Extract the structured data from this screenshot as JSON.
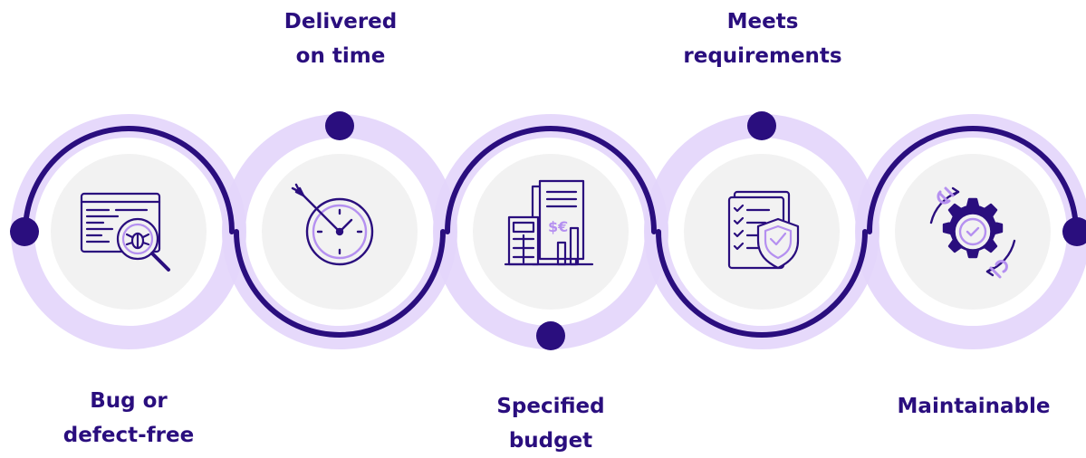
{
  "steps": [
    {
      "label_lines": [
        "Bug or",
        "defect-free"
      ],
      "icon": "bug-search-icon"
    },
    {
      "label_lines": [
        "Delivered",
        "on time"
      ],
      "icon": "target-clock-icon"
    },
    {
      "label_lines": [
        "Specified",
        "budget"
      ],
      "icon": "budget-calculator-icon"
    },
    {
      "label_lines": [
        "Meets",
        "requirements"
      ],
      "icon": "checklist-shield-icon"
    },
    {
      "label_lines": [
        "Maintainable"
      ],
      "icon": "gear-tools-icon"
    }
  ],
  "colors": {
    "dark": "#2a0e7e",
    "ring_light": "#e3d5fb",
    "inner_gray": "#f2f2f2",
    "icon_accent": "#b590f0",
    "text": "#2a0e7e"
  }
}
